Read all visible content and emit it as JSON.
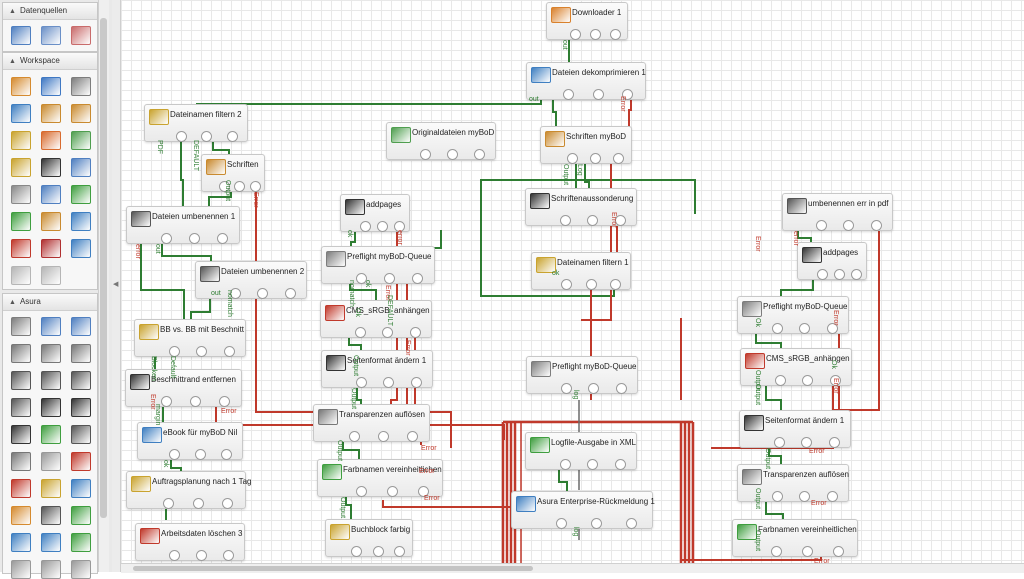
{
  "sidebar": {
    "panels": [
      {
        "title": "Datenquellen"
      },
      {
        "title": "Workspace"
      },
      {
        "title": "Asura"
      }
    ],
    "tool_icons": {
      "datenquellen": [
        {
          "icon": "folder-stack-icon",
          "color": "#4f7fc0"
        },
        {
          "icon": "image-source-icon",
          "color": "#6a8fc7"
        },
        {
          "icon": "document-source-icon",
          "color": "#c96b6b"
        }
      ],
      "workspace": [
        {
          "icon": "job-icon",
          "color": "#d58a2f"
        },
        {
          "icon": "split-icon",
          "color": "#3f78c3"
        },
        {
          "icon": "printer-icon",
          "color": "#7d7d7d"
        },
        {
          "icon": "unpack-icon",
          "color": "#3f7fc1"
        },
        {
          "icon": "rename-icon",
          "color": "#c98a2f"
        },
        {
          "icon": "name-icon",
          "color": "#c98a2f"
        },
        {
          "icon": "filter-icon",
          "color": "#c9a32f"
        },
        {
          "icon": "smiley-icon",
          "color": "#d86b2f"
        },
        {
          "icon": "pdf-icon",
          "color": "#4f9e4f"
        },
        {
          "icon": "clock-icon",
          "color": "#c9a32f"
        },
        {
          "icon": "terminal-icon",
          "color": "#333333"
        },
        {
          "icon": "people-icon",
          "color": "#4f7fc0"
        },
        {
          "icon": "stamp-icon",
          "color": "#888888"
        },
        {
          "icon": "xml-icon",
          "color": "#4f7fc0"
        },
        {
          "icon": "refresh-icon",
          "color": "#3f9e3f"
        },
        {
          "icon": "download-icon",
          "color": "#3f9e3f"
        },
        {
          "icon": "forward-icon",
          "color": "#c98a2f"
        },
        {
          "icon": "remote-icon",
          "color": "#3f7fc1"
        },
        {
          "icon": "delete-icon",
          "color": "#c0392b"
        },
        {
          "icon": "cube-icon",
          "color": "#b03030"
        },
        {
          "icon": "nil-icon",
          "color": "#3f7fc1"
        },
        {
          "icon": "book-icon",
          "color": "#b5b5b5"
        },
        {
          "icon": "grid-icon",
          "color": "#b5b5b5"
        }
      ],
      "asura": [
        {
          "icon": "preflight-icon",
          "color": "#7d7d7d"
        },
        {
          "icon": "fonts-icon",
          "color": "#4f7fc0"
        },
        {
          "icon": "pdf-info-icon",
          "color": "#4f7fc0"
        },
        {
          "icon": "split-pages-icon",
          "color": "#777777"
        },
        {
          "icon": "merge-pages-icon",
          "color": "#777777"
        },
        {
          "icon": "target-icon",
          "color": "#777777"
        },
        {
          "icon": "crop-icon",
          "color": "#555555"
        },
        {
          "icon": "crop-marks-icon",
          "color": "#555555"
        },
        {
          "icon": "rotate-icon",
          "color": "#555555"
        },
        {
          "icon": "resize-icon",
          "color": "#555555"
        },
        {
          "icon": "scale-icon",
          "color": "#333333"
        },
        {
          "icon": "barcode-icon",
          "color": "#333333"
        },
        {
          "icon": "document-icon",
          "color": "#333333"
        },
        {
          "icon": "approve-icon",
          "color": "#3f9e3f"
        },
        {
          "icon": "frame-icon",
          "color": "#555555"
        },
        {
          "icon": "transparency-icon",
          "color": "#777777"
        },
        {
          "icon": "page-icon",
          "color": "#999999"
        },
        {
          "icon": "colors-icon",
          "color": "#c0392b"
        },
        {
          "icon": "bitmap-icon",
          "color": "#c0392b"
        },
        {
          "icon": "timer-icon",
          "color": "#c9a32f"
        },
        {
          "icon": "rgb-icon",
          "color": "#3f7fc1"
        },
        {
          "icon": "hand-icon",
          "color": "#d58a2f"
        },
        {
          "icon": "stamp-pdf-icon",
          "color": "#555555"
        },
        {
          "icon": "text-icon",
          "color": "#3f9e3f"
        },
        {
          "icon": "eps-icon",
          "color": "#3f7fc1"
        },
        {
          "icon": "export-icon",
          "color": "#3f7fc1"
        },
        {
          "icon": "view-icon",
          "color": "#3f9e3f"
        },
        {
          "icon": "misc-icon-1",
          "color": "#999999"
        },
        {
          "icon": "misc-icon-2",
          "color": "#999999"
        },
        {
          "icon": "misc-icon-3",
          "color": "#999999"
        }
      ]
    }
  },
  "nodes": [
    {
      "id": "downloader",
      "label": "Downloader 1",
      "icon": "download-icon",
      "icon_color": "#d9812c"
    },
    {
      "id": "unpack",
      "label": "Dateien dekomprimieren 1",
      "icon": "unpack-icon",
      "icon_color": "#3f7fc1"
    },
    {
      "id": "filter2",
      "label": "Dateinamen filtern 2",
      "icon": "filter-icon",
      "icon_color": "#c9a32f"
    },
    {
      "id": "schriften_l",
      "label": "Schriften",
      "icon": "fonts-icon",
      "icon_color": "#c98a2f"
    },
    {
      "id": "originals",
      "label": "Originaldateien myBoD",
      "icon": "pdf-icon",
      "icon_color": "#4f9e4f"
    },
    {
      "id": "schriften_r",
      "label": "Schriften myBoD",
      "icon": "fonts-icon",
      "icon_color": "#c98a2f"
    },
    {
      "id": "rename1",
      "label": "Dateien umbenennen 1",
      "icon": "rename-icon",
      "icon_color": "#555555"
    },
    {
      "id": "addpages_l",
      "label": "addpages",
      "icon": "terminal-icon",
      "icon_color": "#333333"
    },
    {
      "id": "fontsep",
      "label": "Schriftenaussonderung",
      "icon": "terminal-icon",
      "icon_color": "#333333"
    },
    {
      "id": "rename_err",
      "label": "umbenennen err in pdf",
      "icon": "rename-icon",
      "icon_color": "#555555"
    },
    {
      "id": "rename2",
      "label": "Dateien umbenennen 2",
      "icon": "rename-icon",
      "icon_color": "#555555"
    },
    {
      "id": "preflight_l",
      "label": "Preflight myBoD-Queue",
      "icon": "preflight-icon",
      "icon_color": "#7d7d7d"
    },
    {
      "id": "filter1",
      "label": "Dateinamen filtern 1",
      "icon": "filter-icon",
      "icon_color": "#c9a32f"
    },
    {
      "id": "addpages_r",
      "label": "addpages",
      "icon": "terminal-icon",
      "icon_color": "#333333"
    },
    {
      "id": "bbcompare",
      "label": "BB vs. BB mit Beschnitt",
      "icon": "filter-icon",
      "icon_color": "#c9a32f"
    },
    {
      "id": "cms_l",
      "label": "CMS_sRGB_anhängen",
      "icon": "rgb-icon",
      "icon_color": "#c0392b"
    },
    {
      "id": "preflight_r",
      "label": "Preflight myBoD-Queue",
      "icon": "preflight-icon",
      "icon_color": "#7d7d7d"
    },
    {
      "id": "trim",
      "label": "Beschnittrand entfernen",
      "icon": "crop-icon",
      "icon_color": "#333333"
    },
    {
      "id": "pageformat_l",
      "label": "Seitenformat ändern 1",
      "icon": "crop-marks-icon",
      "icon_color": "#333333"
    },
    {
      "id": "preflight_m",
      "label": "Preflight myBoD-Queue",
      "icon": "preflight-icon",
      "icon_color": "#7d7d7d"
    },
    {
      "id": "cms_r",
      "label": "CMS_sRGB_anhängen",
      "icon": "rgb-icon",
      "icon_color": "#c0392b"
    },
    {
      "id": "ebook",
      "label": "eBook für myBoD Nil",
      "icon": "nil-icon",
      "icon_color": "#3f7fc1"
    },
    {
      "id": "transp_l",
      "label": "Transparenzen auflösen",
      "icon": "transparency-icon",
      "icon_color": "#777777"
    },
    {
      "id": "logfile",
      "label": "Logfile-Ausgabe in XML",
      "icon": "clock-icon",
      "icon_color": "#3f9e3f"
    },
    {
      "id": "pageformat_r",
      "label": "Seitenformat ändern 1",
      "icon": "crop-marks-icon",
      "icon_color": "#333333"
    },
    {
      "id": "schedule",
      "label": "Auftragsplanung nach 1 Tag",
      "icon": "timer-icon",
      "icon_color": "#c9a32f"
    },
    {
      "id": "colornames_l",
      "label": "Farbnamen vereinheitlichen",
      "icon": "approve-icon",
      "icon_color": "#3f9e3f"
    },
    {
      "id": "transp_r",
      "label": "Transparenzen auflösen",
      "icon": "transparency-icon",
      "icon_color": "#777777"
    },
    {
      "id": "enterprise",
      "label": "Asura Enterprise-Rückmeldung 1",
      "icon": "nil-icon",
      "icon_color": "#3f7fc1"
    },
    {
      "id": "cleanup",
      "label": "Arbeitsdaten löschen 3",
      "icon": "delete-icon",
      "icon_color": "#c0392b"
    },
    {
      "id": "bookblock",
      "label": "Buchblock farbig",
      "icon": "filter-icon",
      "icon_color": "#c9a32f"
    },
    {
      "id": "colornames_r",
      "label": "Farbnamen vereinheitlichen",
      "icon": "approve-icon",
      "icon_color": "#3f9e3f"
    }
  ],
  "wire_labels": [
    {
      "text": "out",
      "color": "#2e7d32"
    },
    {
      "text": "out",
      "color": "#2e7d32"
    },
    {
      "text": "Error",
      "color": "#c0392b"
    },
    {
      "text": "PDF",
      "color": "#2e7d32"
    },
    {
      "text": "DEFAULT",
      "color": "#2e7d32"
    },
    {
      "text": "Output",
      "color": "#2e7d32"
    },
    {
      "text": "Error",
      "color": "#c0392b"
    },
    {
      "text": "Output",
      "color": "#2e7d32"
    },
    {
      "text": "Log",
      "color": "#2e7d32"
    },
    {
      "text": "Error",
      "color": "#c0392b"
    },
    {
      "text": "Error",
      "color": "#c0392b"
    },
    {
      "text": "ok",
      "color": "#2e7d32"
    },
    {
      "text": "error",
      "color": "#c0392b"
    },
    {
      "text": "ok",
      "color": "#2e7d32"
    },
    {
      "text": "error",
      "color": "#c0392b"
    },
    {
      "text": "out",
      "color": "#2e7d32"
    },
    {
      "text": "nomatch",
      "color": "#2e7d32"
    },
    {
      "text": "ok",
      "color": "#2e7d32"
    },
    {
      "text": "error",
      "color": "#c0392b"
    },
    {
      "text": "out",
      "color": "#2e7d32"
    },
    {
      "text": "nomatch",
      "color": "#2e7d32"
    },
    {
      "text": "Ok",
      "color": "#2e7d32"
    },
    {
      "text": "Error",
      "color": "#c0392b"
    },
    {
      "text": "DEFAULT",
      "color": "#2e7d32"
    },
    {
      "text": "Ok",
      "color": "#2e7d32"
    },
    {
      "text": "Error",
      "color": "#c0392b"
    },
    {
      "text": "Blocken",
      "color": "#2e7d32"
    },
    {
      "text": "Default",
      "color": "#2e7d32"
    },
    {
      "text": "Output",
      "color": "#2e7d32"
    },
    {
      "text": "Error",
      "color": "#c0392b"
    },
    {
      "text": "Output",
      "color": "#2e7d32"
    },
    {
      "text": "Ok",
      "color": "#2e7d32"
    },
    {
      "text": "Error",
      "color": "#c0392b"
    },
    {
      "text": "margin",
      "color": "#2e7d32"
    },
    {
      "text": "Output",
      "color": "#2e7d32"
    },
    {
      "text": "Error",
      "color": "#c0392b"
    },
    {
      "text": "Error",
      "color": "#c0392b"
    },
    {
      "text": "Output",
      "color": "#2e7d32"
    },
    {
      "text": "Error",
      "color": "#c0392b"
    },
    {
      "text": "Output",
      "color": "#2e7d32"
    },
    {
      "text": "Error",
      "color": "#c0392b"
    },
    {
      "text": "log",
      "color": "#2e7d32"
    },
    {
      "text": "Output",
      "color": "#2e7d32"
    },
    {
      "text": "Error",
      "color": "#c0392b"
    },
    {
      "text": "ok",
      "color": "#2e7d32"
    },
    {
      "text": "Output",
      "color": "#2e7d32"
    },
    {
      "text": "Error",
      "color": "#c0392b"
    },
    {
      "text": "log",
      "color": "#2e7d32"
    },
    {
      "text": "Output",
      "color": "#2e7d32"
    },
    {
      "text": "Error",
      "color": "#c0392b"
    },
    {
      "text": "Output",
      "color": "#2e7d32"
    },
    {
      "text": "Error",
      "color": "#c0392b"
    }
  ],
  "colors": {
    "ok_wire": "#2e7d32",
    "error_wire": "#c0392b",
    "neutral_wire": "#6b6b6b",
    "canvas_grid": "#e8e8e8"
  }
}
